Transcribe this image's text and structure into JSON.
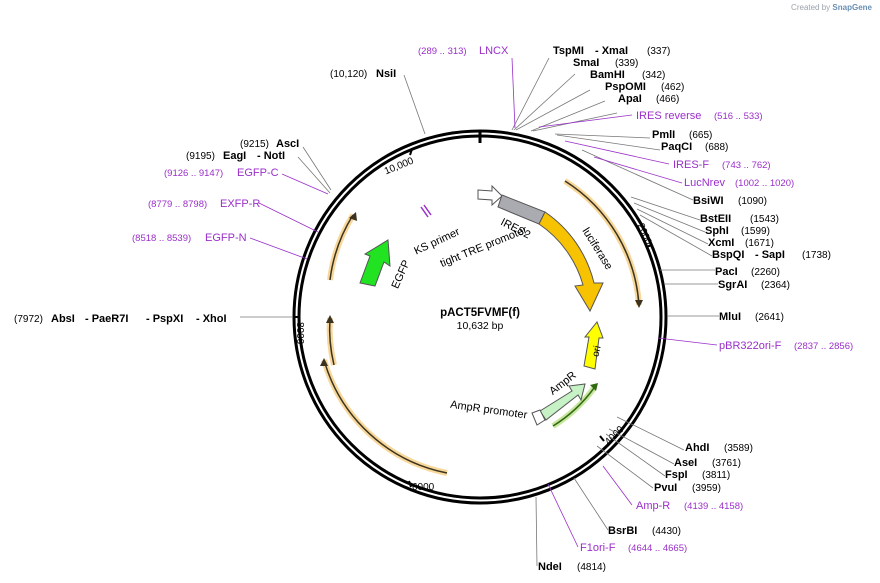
{
  "credit": {
    "prefix": "Created by",
    "brand": "SnapGene"
  },
  "plasmid": {
    "name": "pACT5FVMF(f)",
    "size": "10,632 bp"
  },
  "ticks": [
    "10,000",
    "2000",
    "4000",
    "6000",
    "8000"
  ],
  "enzymes": [
    {
      "name": "TspMI",
      "pos": "(337)"
    },
    {
      "name": "- XmaI",
      "pos": ""
    },
    {
      "name": "SmaI",
      "pos": "(339)"
    },
    {
      "name": "BamHI",
      "pos": "(342)"
    },
    {
      "name": "PspOMI",
      "pos": "(462)"
    },
    {
      "name": "ApaI",
      "pos": "(466)"
    },
    {
      "name": "PmlI",
      "pos": "(665)"
    },
    {
      "name": "PaqCI",
      "pos": "(688)"
    },
    {
      "name": "BsiWI",
      "pos": "(1090)"
    },
    {
      "name": "BstEII",
      "pos": "(1543)"
    },
    {
      "name": "SphI",
      "pos": "(1599)"
    },
    {
      "name": "XcmI",
      "pos": "(1671)"
    },
    {
      "name": "BspQI",
      "pos": ""
    },
    {
      "name": "- SapI",
      "pos": "(1738)"
    },
    {
      "name": "PacI",
      "pos": "(2260)"
    },
    {
      "name": "SgrAI",
      "pos": "(2364)"
    },
    {
      "name": "MluI",
      "pos": "(2641)"
    },
    {
      "name": "AhdI",
      "pos": "(3589)"
    },
    {
      "name": "AseI",
      "pos": "(3761)"
    },
    {
      "name": "FspI",
      "pos": "(3811)"
    },
    {
      "name": "PvuI",
      "pos": "(3959)"
    },
    {
      "name": "BsrBI",
      "pos": "(4430)"
    },
    {
      "name": "NdeI",
      "pos": "(4814)"
    },
    {
      "name": "NsiI",
      "pos": "(10,120)"
    },
    {
      "name": "AscI",
      "pos": "(9215)"
    },
    {
      "name": "EagI",
      "pos": "(9195)"
    },
    {
      "name": "- NotI",
      "pos": ""
    },
    {
      "name": "AbsI",
      "pos": "(7972)"
    },
    {
      "name": "- PaeR7I",
      "pos": ""
    },
    {
      "name": "- PspXI",
      "pos": ""
    },
    {
      "name": "- XhoI",
      "pos": ""
    }
  ],
  "primers": [
    {
      "name": "LNCX",
      "range": "(289 .. 313)"
    },
    {
      "name": "IRES reverse",
      "range": "(516 .. 533)"
    },
    {
      "name": "IRES-F",
      "range": "(743 .. 762)"
    },
    {
      "name": "LucNrev",
      "range": "(1002 .. 1020)"
    },
    {
      "name": "pBR322ori-F",
      "range": "(2837 .. 2856)"
    },
    {
      "name": "Amp-R",
      "range": "(4139 .. 4158)"
    },
    {
      "name": "F1ori-F",
      "range": "(4644 .. 4665)"
    },
    {
      "name": "EGFP-C",
      "range": "(9126 .. 9147)"
    },
    {
      "name": "EXFP-R",
      "range": "(8779 .. 8798)"
    },
    {
      "name": "EGFP-N",
      "range": "(8518 .. 8539)"
    }
  ],
  "features": [
    {
      "name": "KS primer",
      "color": "#ffffff"
    },
    {
      "name": "tight TRE promoter",
      "color": "#ffffff"
    },
    {
      "name": "IRES2",
      "color": "#a9abb0"
    },
    {
      "name": "luciferase",
      "color": "#f7c200"
    },
    {
      "name": "ori",
      "color": "#ffff00"
    },
    {
      "name": "AmpR",
      "color": "#c6f2c6"
    },
    {
      "name": "AmpR promoter",
      "color": "#ffffff"
    },
    {
      "name": "EGFP",
      "color": "#21e321"
    }
  ],
  "colors": {
    "primer": "#9a2fc9",
    "orf": "#f5c77e",
    "backbone": "#000000"
  }
}
